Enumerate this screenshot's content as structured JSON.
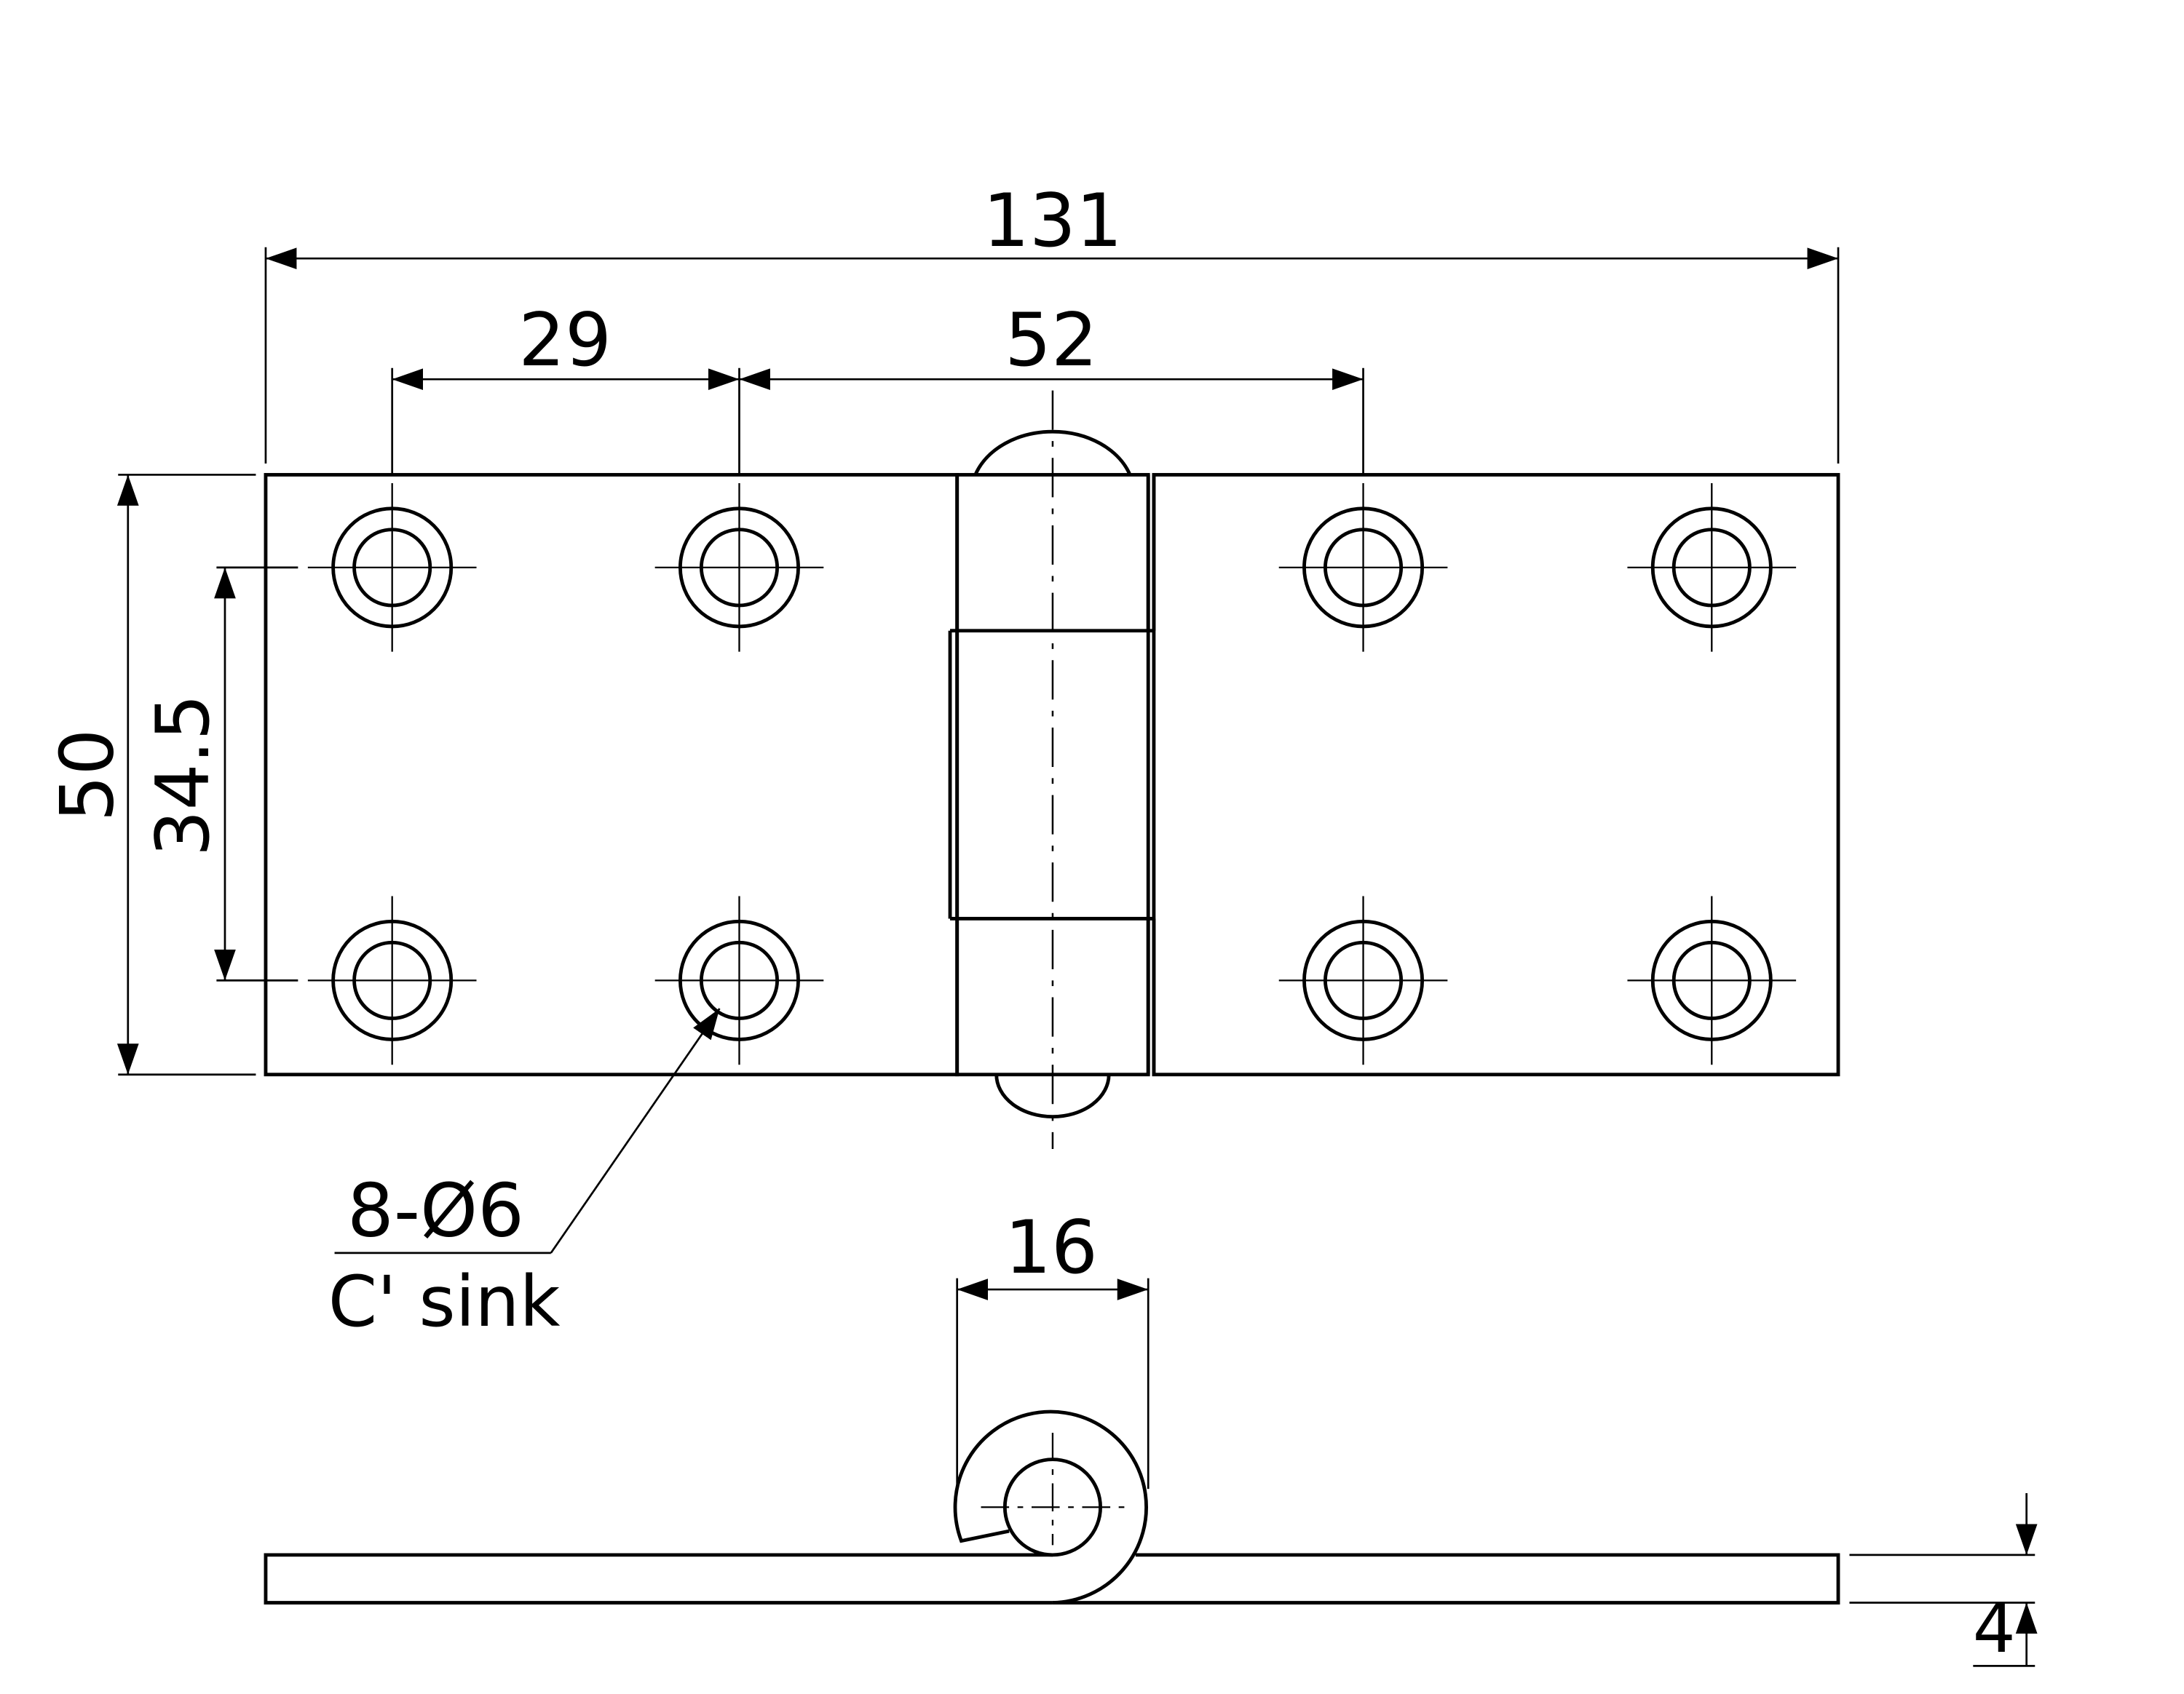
{
  "dimensions": {
    "overall_length": "131",
    "hole_spacing_edge": "29",
    "hole_spacing_center": "52",
    "overall_width": "50",
    "hole_spacing_vertical": "34.5",
    "knuckle_diameter": "16",
    "thickness": "4"
  },
  "callout": {
    "holes": "8-Ø6",
    "note": "C' sink"
  }
}
